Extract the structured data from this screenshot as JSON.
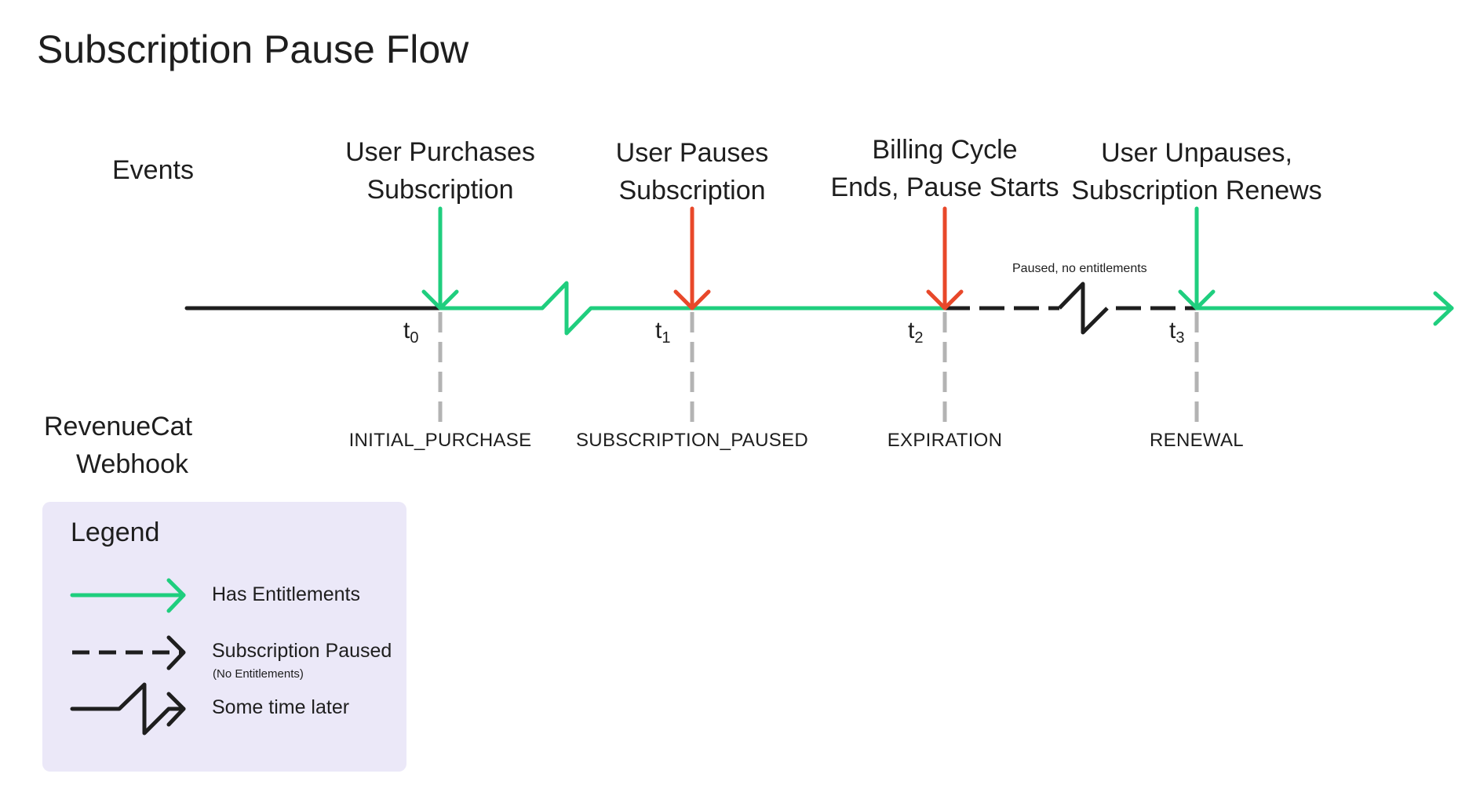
{
  "title": "Subscription Pause Flow",
  "rows": {
    "events": "Events",
    "webhook_line1": "RevenueCat",
    "webhook_line2": "Webhook"
  },
  "events": [
    {
      "line1": "User Purchases",
      "line2": "Subscription",
      "arrow_color": "#1fce7e"
    },
    {
      "line1": "User Pauses",
      "line2": "Subscription",
      "arrow_color": "#e8482a"
    },
    {
      "line1": "Billing Cycle",
      "line2": "Ends, Pause Starts",
      "arrow_color": "#e8482a"
    },
    {
      "line1": "User Unpauses,",
      "line2": "Subscription Renews",
      "arrow_color": "#1fce7e"
    }
  ],
  "time_markers": [
    {
      "letter": "t",
      "sub": "0"
    },
    {
      "letter": "t",
      "sub": "1"
    },
    {
      "letter": "t",
      "sub": "2"
    },
    {
      "letter": "t",
      "sub": "3"
    }
  ],
  "webhooks": [
    "INITIAL_PURCHASE",
    "SUBSCRIPTION_PAUSED",
    "EXPIRATION",
    "RENEWAL"
  ],
  "paused_note": "Paused, no entitlements",
  "legend": {
    "title": "Legend",
    "items": [
      {
        "label": "Has Entitlements",
        "icon": "green-arrow-icon"
      },
      {
        "label": "Subscription Paused",
        "sublabel": "(No Entitlements)",
        "icon": "dashed-arrow-icon"
      },
      {
        "label": "Some time later",
        "icon": "time-break-arrow-icon"
      }
    ]
  },
  "colors": {
    "green": "#1fce7e",
    "red": "#e8482a",
    "black": "#1e1e1e",
    "gray": "#b3b3b3",
    "legend_bg": "#ebe8f8"
  }
}
